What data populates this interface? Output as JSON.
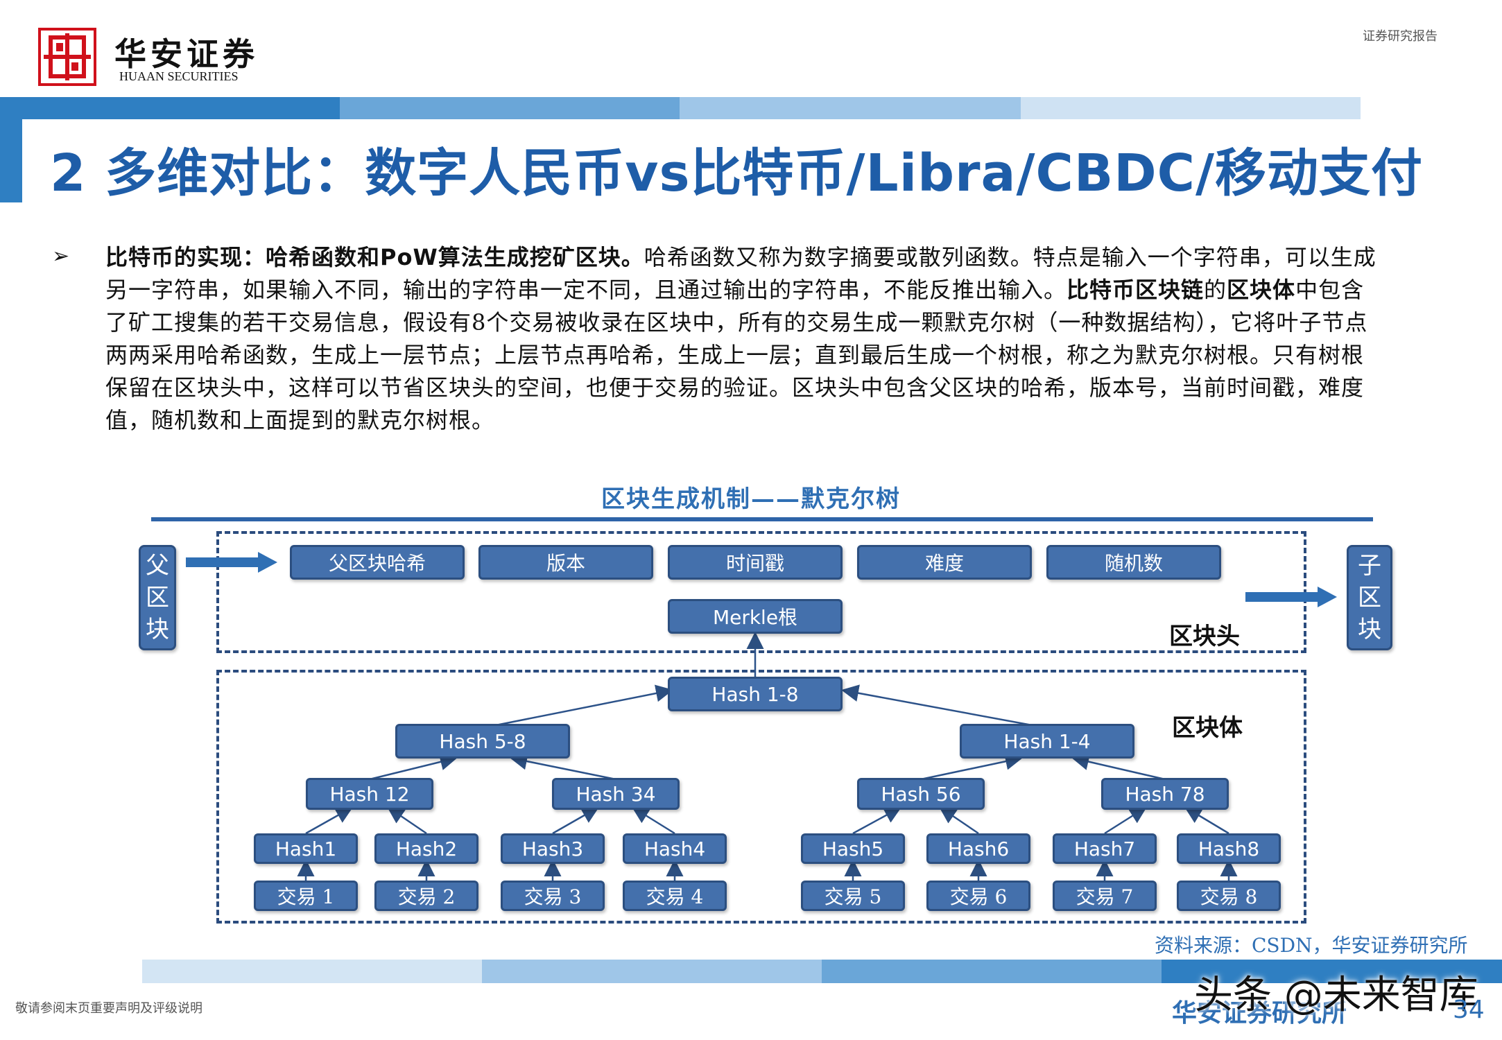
{
  "header": {
    "logo_name": "华安证券",
    "logo_en": "HUAAN SECURITIES",
    "report_type": "证券研究报告"
  },
  "colors": {
    "brand_blue": "#1e5da8",
    "node_fill": "#4470ac",
    "logo_red": "#d0111b"
  },
  "title": "2 多维对比：数字人民币vs比特币/Libra/CBDC/移动支付",
  "body": {
    "bullet": "➢",
    "lead_bold": "比特币的实现：哈希函数和PoW算法生成挖矿区块。",
    "text_1": "哈希函数又称为数字摘要或散列函数。特点是输入一个字符串，可以生成另一字符串，如果输入不同，输出的字符串一定不同，且通过输出的字符串，不能反推出输入。",
    "bold_2": "比特币区块链",
    "text_2": "的",
    "bold_3": "区块体",
    "text_3": "中包含了矿工搜集的若干交易信息，假设有8个交易被收录在区块中，所有的交易生成一颗默克尔树（一种数据结构），它将叶子节点两两采用哈希函数，生成上一层节点；上层节点再哈希，生成上一层；直到最后生成一个树根，称之为默克尔树根。只有树根保留在区块头中，这样可以节省区块头的空间，也便于交易的验证。区块头中包含父区块的哈希，版本号，当前时间戳，难度值，随机数和上面提到的默克尔树根。"
  },
  "diagram": {
    "title": "区块生成机制——默克尔树",
    "parent_block": "父区块",
    "child_block": "子区块",
    "header_fields": [
      "父区块哈希",
      "版本",
      "时间戳",
      "难度",
      "随机数"
    ],
    "merkle_root": "Merkle根",
    "header_label": "区块头",
    "body_label": "区块体",
    "root_hash": "Hash 1-8",
    "level2": [
      "Hash 5-8",
      "Hash 1-4"
    ],
    "level3": [
      "Hash 12",
      "Hash 34",
      "Hash 56",
      "Hash 78"
    ],
    "leaves": [
      "Hash1",
      "Hash2",
      "Hash3",
      "Hash4",
      "Hash5",
      "Hash6",
      "Hash7",
      "Hash8"
    ],
    "transactions": [
      "交易 1",
      "交易 2",
      "交易 3",
      "交易 4",
      "交易 5",
      "交易 6",
      "交易 7",
      "交易 8"
    ]
  },
  "source": "资料来源：CSDN，华安证券研究所",
  "footer": {
    "disclaimer": "敬请参阅末页重要声明及评级说明",
    "org": "华安证券研究所",
    "watermark": "头条 @未来智库",
    "page": "34"
  }
}
